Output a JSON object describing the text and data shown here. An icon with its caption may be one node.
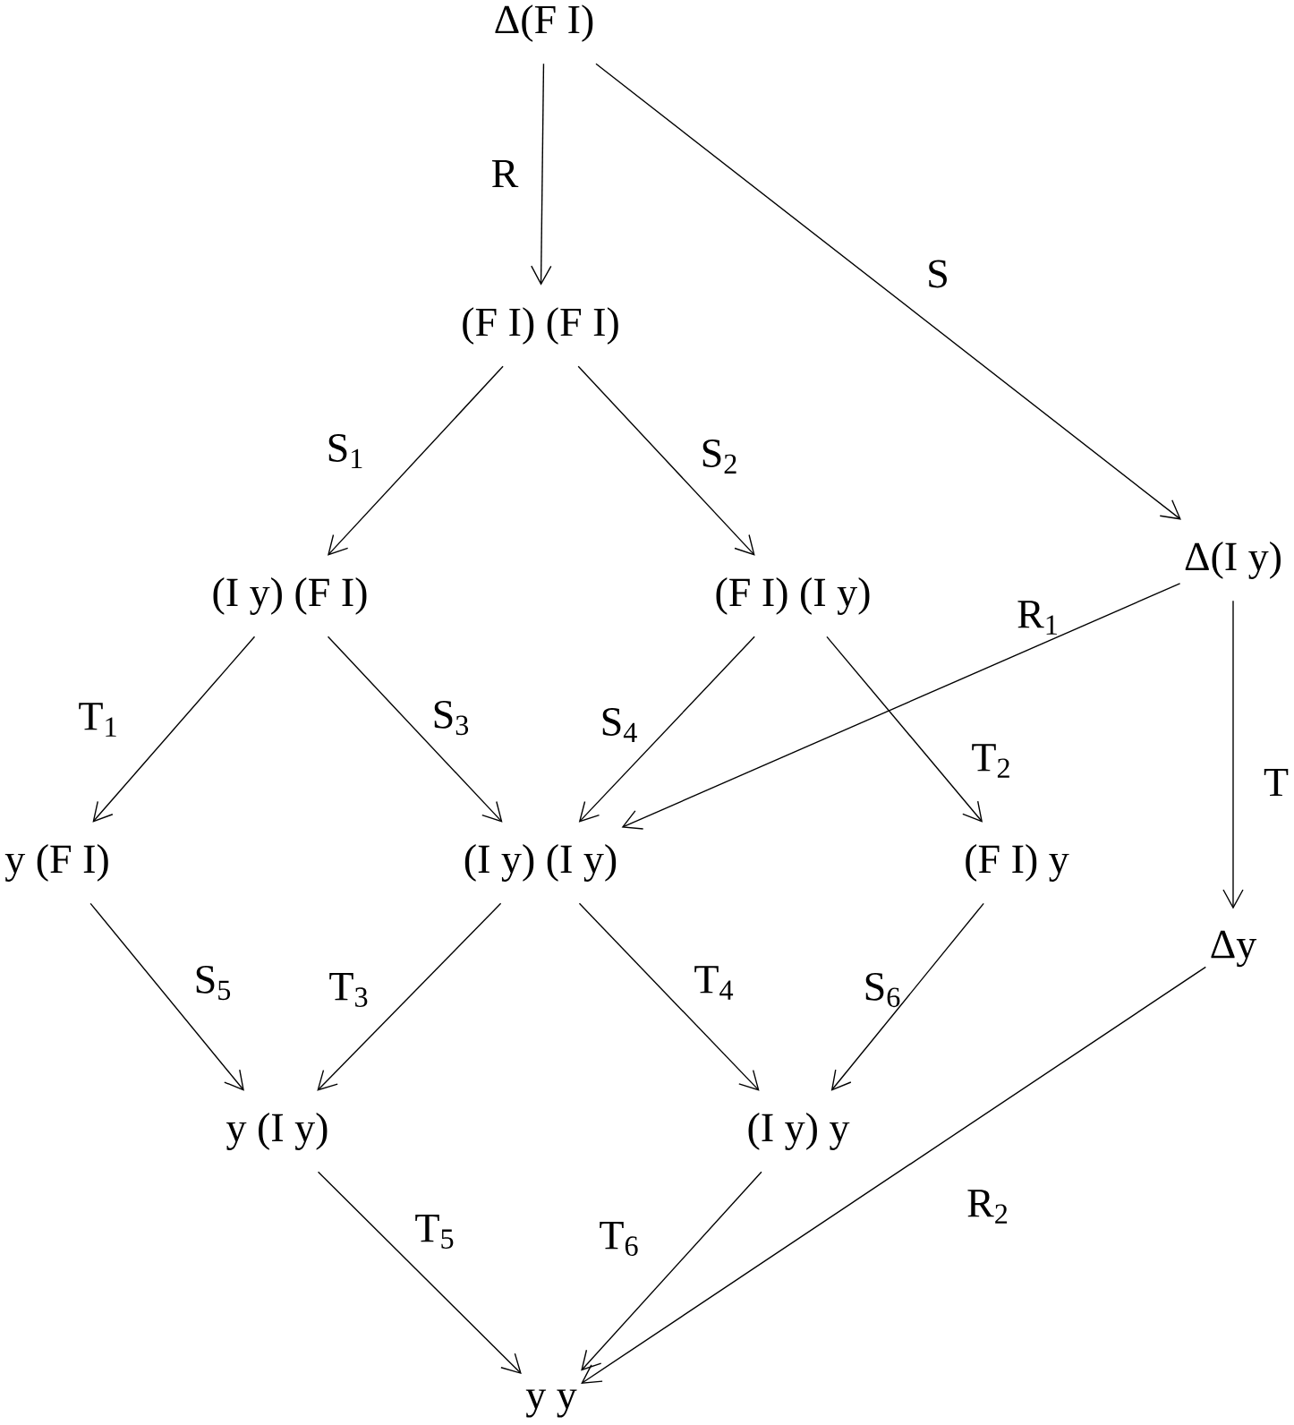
{
  "diagram": {
    "nodes": [
      {
        "text": [
          "Δ(F I)"
        ]
      },
      {
        "text": [
          "(F I) (F I)"
        ]
      },
      {
        "text": [
          "Δ(I y)"
        ]
      },
      {
        "text": [
          "(I y) (F I)"
        ]
      },
      {
        "text": [
          "(F I) (I y)"
        ]
      },
      {
        "text": [
          "y (F I)"
        ]
      },
      {
        "text": [
          "(I y) (I y)"
        ]
      },
      {
        "text": [
          "(F I) y"
        ]
      },
      {
        "text": [
          "Δy"
        ]
      },
      {
        "text": [
          "y (I y)"
        ]
      },
      {
        "text": [
          "(I y) y"
        ]
      },
      {
        "text": [
          "y y"
        ]
      }
    ],
    "edges": [
      {
        "from": 0,
        "to": 1,
        "arrow": "to",
        "label": "R"
      },
      {
        "from": 0,
        "to": 2,
        "arrow": "to",
        "label": "S"
      },
      {
        "from": 1,
        "to": 3,
        "arrow": "to",
        "label": "S$_{1}$"
      },
      {
        "from": 1,
        "to": 4,
        "arrow": "to",
        "label": "S$_{2}$"
      },
      {
        "from": 3,
        "to": 5,
        "arrow": "to",
        "label": "T$_{1}$"
      },
      {
        "from": 3,
        "to": 6,
        "arrow": "to",
        "label": "S$_{3}$"
      },
      {
        "from": 4,
        "to": 6,
        "arrow": "to",
        "label": "S$_{4}$"
      },
      {
        "from": 4,
        "to": 7,
        "arrow": "to",
        "label": "T$_{2}$"
      },
      {
        "from": 2,
        "to": 6,
        "arrow": "to",
        "label": "R$_{1}$"
      },
      {
        "from": 2,
        "to": 8,
        "arrow": "to",
        "label": "T"
      },
      {
        "from": 5,
        "to": 9,
        "arrow": "to",
        "label": "S$_{5}$"
      },
      {
        "from": 6,
        "to": 9,
        "arrow": "to",
        "label": "T$_{3}$"
      },
      {
        "from": 6,
        "to": 10,
        "arrow": "to",
        "label": "T$_{4}$"
      },
      {
        "from": 7,
        "to": 10,
        "arrow": "to",
        "label": "S$_{6}$"
      },
      {
        "from": 8,
        "to": 11,
        "arrow": "to",
        "label": "R$_{2}$"
      },
      {
        "from": 9,
        "to": 11,
        "arrow": "to",
        "label": "T$_{5}$"
      },
      {
        "from": 10,
        "to": 11,
        "arrow": "to",
        "label": "T$_{6}$"
      }
    ]
  }
}
